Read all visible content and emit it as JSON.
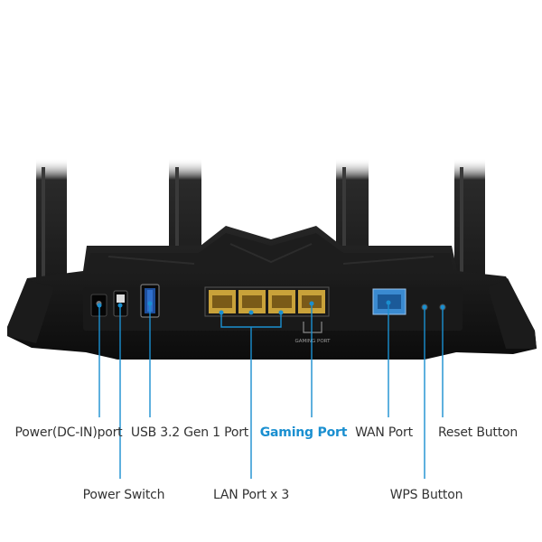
{
  "colors": {
    "accent": "#1a8fd0",
    "label_text": "#333333",
    "router_body": "#141414",
    "lan_port": "#c9a23a",
    "wan_port": "#2a86c8"
  },
  "device": {
    "panel_print": "GAMING PORT"
  },
  "labels": {
    "power_port": "Power(DC-IN)port",
    "power_switch": "Power Switch",
    "usb": "USB 3.2 Gen 1 Port",
    "lan": "LAN Port x 3",
    "gaming": "Gaming Port",
    "wan": "WAN Port",
    "wps": "WPS Button",
    "reset": "Reset Button"
  }
}
